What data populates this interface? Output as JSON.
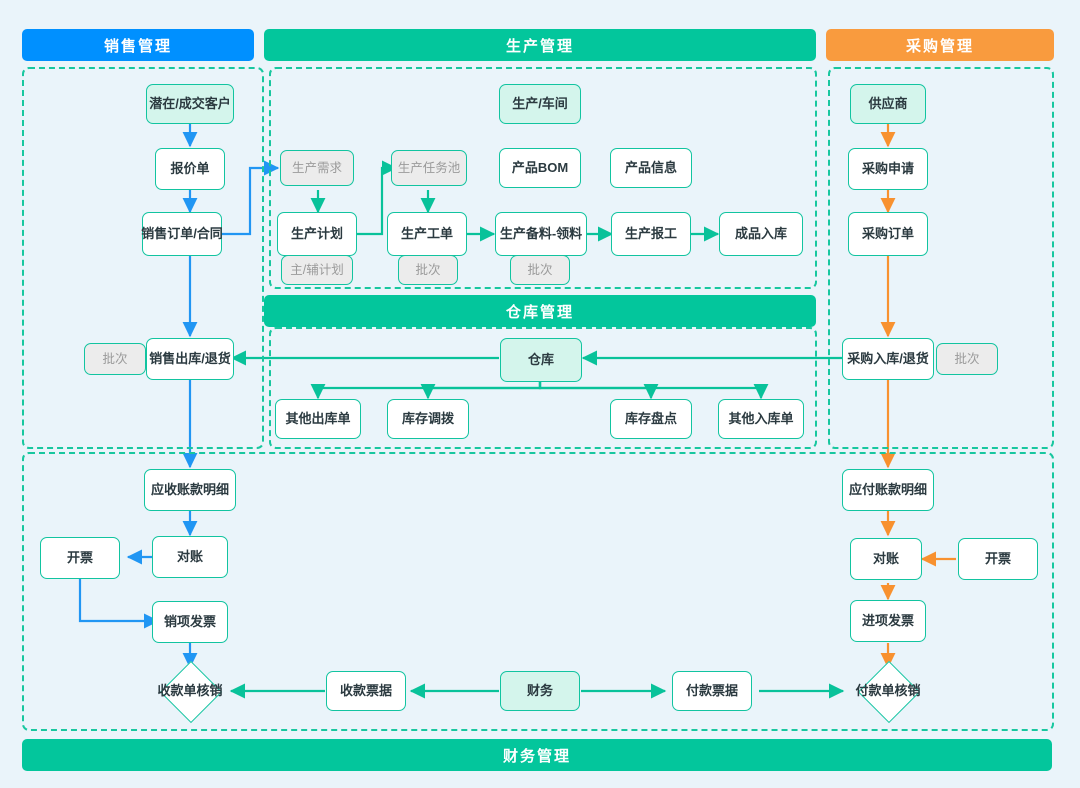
{
  "colors": {
    "background": "#eaf4fa",
    "sales_blue": "#0090ff",
    "production_green": "#03c69c",
    "purchase_orange": "#f99b3e",
    "node_border": "#12c4a0",
    "mint_fill": "#d4f5ec",
    "chip_fill": "#ececec",
    "chip_text": "#9a9a9a"
  },
  "banners": {
    "sales": "销售管理",
    "production": "生产管理",
    "purchase": "采购管理",
    "warehouse": "仓库管理",
    "finance": "财务管理"
  },
  "sales": {
    "nodes": [
      {
        "id": "customer",
        "label": "潜在/成交客户",
        "style": "mint"
      },
      {
        "id": "quotation",
        "label": "报价单",
        "style": "plain"
      },
      {
        "id": "sales_order",
        "label": "销售订单/合同",
        "style": "plain"
      },
      {
        "id": "sales_out",
        "label": "销售出库/退货",
        "style": "plain"
      },
      {
        "id": "sales_batch",
        "label": "批次",
        "style": "chip"
      }
    ]
  },
  "production": {
    "nodes": [
      {
        "id": "workshop",
        "label": "生产/车间",
        "style": "mint"
      },
      {
        "id": "prod_demand",
        "label": "生产需求",
        "style": "chip"
      },
      {
        "id": "task_pool",
        "label": "生产任务池",
        "style": "chip"
      },
      {
        "id": "product_bom",
        "label": "产品BOM",
        "style": "plain"
      },
      {
        "id": "product_info",
        "label": "产品信息",
        "style": "plain"
      },
      {
        "id": "prod_plan",
        "label": "生产计划",
        "style": "plain"
      },
      {
        "id": "work_order",
        "label": "生产工单",
        "style": "plain"
      },
      {
        "id": "prep_pick",
        "label": "生产备料-领料",
        "style": "plain"
      },
      {
        "id": "prod_report",
        "label": "生产报工",
        "style": "plain"
      },
      {
        "id": "finished_in",
        "label": "成品入库",
        "style": "plain"
      },
      {
        "id": "plan_chip",
        "label": "主/辅计划",
        "style": "chip"
      },
      {
        "id": "wo_batch",
        "label": "批次",
        "style": "chip"
      },
      {
        "id": "prep_batch",
        "label": "批次",
        "style": "chip"
      }
    ]
  },
  "purchase": {
    "nodes": [
      {
        "id": "supplier",
        "label": "供应商",
        "style": "mint"
      },
      {
        "id": "purchase_req",
        "label": "采购申请",
        "style": "plain"
      },
      {
        "id": "purchase_order",
        "label": "采购订单",
        "style": "plain"
      },
      {
        "id": "purchase_in",
        "label": "采购入库/退货",
        "style": "plain"
      },
      {
        "id": "purchase_batch",
        "label": "批次",
        "style": "chip"
      }
    ]
  },
  "warehouse": {
    "nodes": [
      {
        "id": "warehouse",
        "label": "仓库",
        "style": "mint"
      },
      {
        "id": "other_out",
        "label": "其他出库单",
        "style": "plain"
      },
      {
        "id": "stock_transfer",
        "label": "库存调拨",
        "style": "plain"
      },
      {
        "id": "stock_count",
        "label": "库存盘点",
        "style": "plain"
      },
      {
        "id": "other_in",
        "label": "其他入库单",
        "style": "plain"
      }
    ]
  },
  "finance": {
    "nodes": [
      {
        "id": "receivable",
        "label": "应收账款明细",
        "style": "plain"
      },
      {
        "id": "recon_left",
        "label": "对账",
        "style": "plain"
      },
      {
        "id": "invoice_left",
        "label": "开票",
        "style": "plain"
      },
      {
        "id": "sales_invoice",
        "label": "销项发票",
        "style": "plain"
      },
      {
        "id": "receipt_verify",
        "label": "收款单核销",
        "style": "diamond"
      },
      {
        "id": "receipt_doc",
        "label": "收款票据",
        "style": "plain"
      },
      {
        "id": "finance_node",
        "label": "财务",
        "style": "mint"
      },
      {
        "id": "payment_doc",
        "label": "付款票据",
        "style": "plain"
      },
      {
        "id": "payment_verify",
        "label": "付款单核销",
        "style": "diamond"
      },
      {
        "id": "payable",
        "label": "应付账款明细",
        "style": "plain"
      },
      {
        "id": "recon_right",
        "label": "对账",
        "style": "plain"
      },
      {
        "id": "invoice_right",
        "label": "开票",
        "style": "plain"
      },
      {
        "id": "input_invoice",
        "label": "进项发票",
        "style": "plain"
      }
    ]
  }
}
